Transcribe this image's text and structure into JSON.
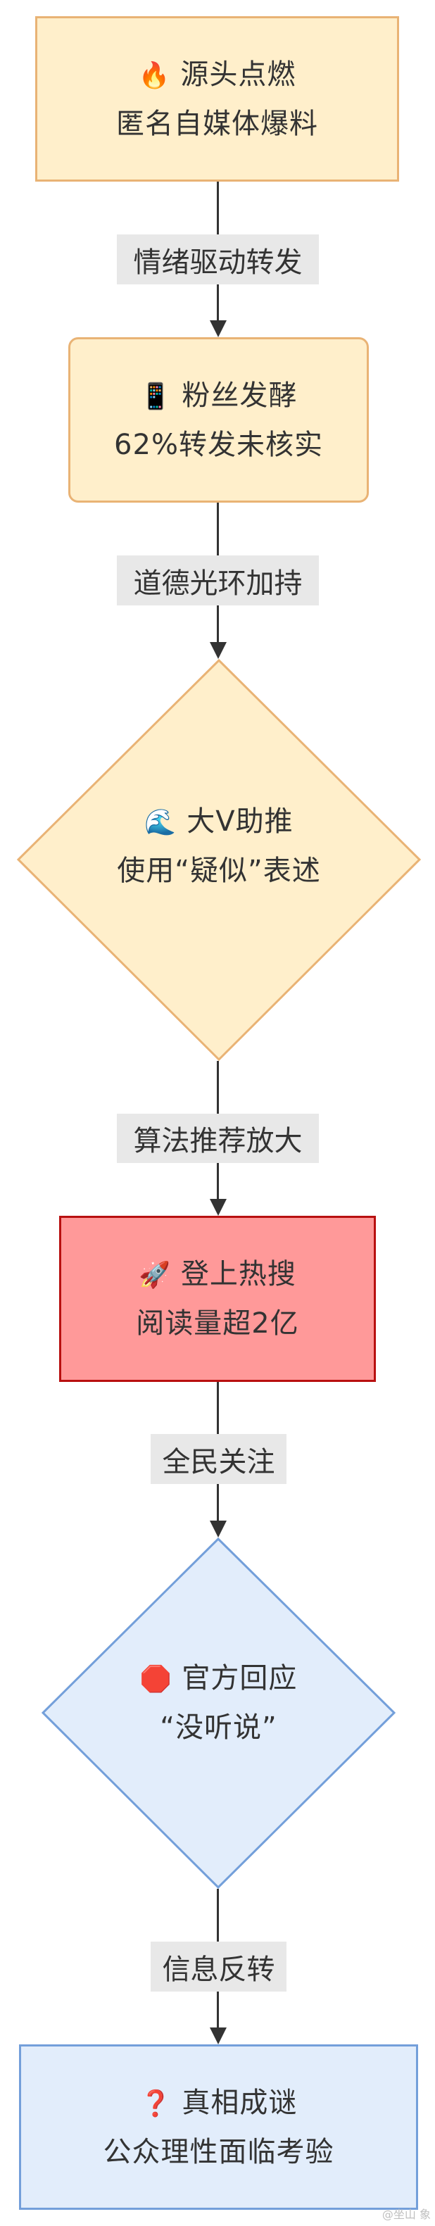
{
  "diagram": {
    "type": "flowchart",
    "direction": "top-to-bottom",
    "nodes": [
      {
        "id": "n1",
        "shape": "rect",
        "icon": "fire-icon",
        "emoji": "🔥",
        "title": "源头点燃",
        "subtitle": "匿名自媒体爆料",
        "fill": "#FFEFCB",
        "stroke": "#E9B375"
      },
      {
        "id": "n2",
        "shape": "rounded-rect",
        "icon": "mobile-phone-icon",
        "emoji": "📱",
        "title": "粉丝发酵",
        "subtitle": "62%转发未核实",
        "fill": "#FFEFCB",
        "stroke": "#E9B375"
      },
      {
        "id": "n3",
        "shape": "diamond",
        "icon": "wave-icon",
        "emoji": "🌊",
        "title": "大V助推",
        "subtitle": "使用“疑似”表述",
        "fill": "#FFEFCB",
        "stroke": "#E9B375"
      },
      {
        "id": "n4",
        "shape": "rect",
        "icon": "rocket-icon",
        "emoji": "🚀",
        "title": "登上热搜",
        "subtitle": "阅读量超2亿",
        "fill": "#FF9999",
        "stroke": "#B81010"
      },
      {
        "id": "n5",
        "shape": "diamond",
        "icon": "stop-sign-icon",
        "emoji": "🛑",
        "title": "官方回应",
        "subtitle": "“没听说”",
        "fill": "#E2EDFB",
        "stroke": "#739FDA"
      },
      {
        "id": "n6",
        "shape": "rect",
        "icon": "question-mark-icon",
        "emoji": "❓",
        "title": "真相成谜",
        "subtitle": "公众理性面临考验",
        "fill": "#E2EDFB",
        "stroke": "#739FDA"
      }
    ],
    "edges": [
      {
        "from": "n1",
        "to": "n2",
        "label": "情绪驱动转发"
      },
      {
        "from": "n2",
        "to": "n3",
        "label": "道德光环加持"
      },
      {
        "from": "n3",
        "to": "n4",
        "label": "算法推荐放大"
      },
      {
        "from": "n4",
        "to": "n5",
        "label": "全民关注"
      },
      {
        "from": "n5",
        "to": "n6",
        "label": "信息反转"
      }
    ]
  },
  "watermark": "@坐山 象"
}
